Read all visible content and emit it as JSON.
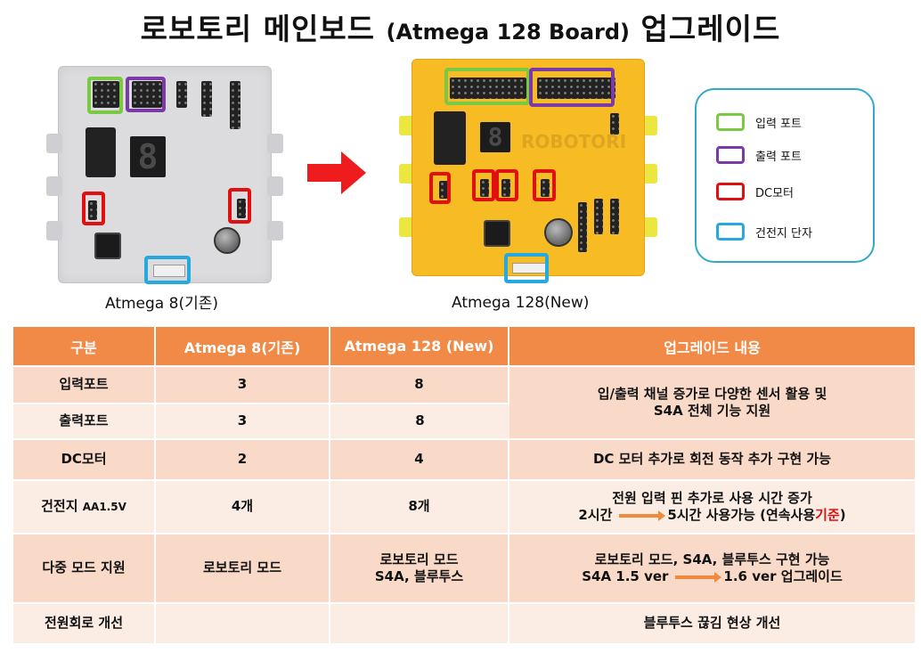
{
  "title": {
    "main": "로보토리 메인보드",
    "paren": "(Atmega 128 Board)",
    "tail": "업그레이드"
  },
  "captions": {
    "old": "Atmega 8(기존)",
    "new": "Atmega 128(New)"
  },
  "seven_segment_digit": "8",
  "board_new_brand": "ROBOTORI",
  "legend": [
    {
      "label": "입력 포트",
      "color": "#7ac943"
    },
    {
      "label": "출력 포트",
      "color": "#7b3aa5"
    },
    {
      "label": "DC모터",
      "color": "#e01010"
    },
    {
      "label": "건전지 단자",
      "color": "#25a9e0"
    }
  ],
  "table": {
    "headers": [
      "구분",
      "Atmega 8(기존)",
      "Atmega 128 (New)",
      "업그레이드 내용"
    ],
    "rows": {
      "input": {
        "label": "입력포트",
        "old": "3",
        "new": "8"
      },
      "output": {
        "label": "출력포트",
        "old": "3",
        "new": "8"
      },
      "io_desc_1": "입/출력 채널 증가로 다양한 센서 활용 및",
      "io_desc_2": "S4A 전체 기능 지원",
      "dc": {
        "label": "DC모터",
        "old": "2",
        "new": "4",
        "desc": "DC 모터 추가로 회전 동작 추가 구현 가능"
      },
      "battery": {
        "label": "건전지",
        "label_small": "AA1.5V",
        "old": "4개",
        "new": "8개",
        "desc_1": "전원 입력 핀 추가로 사용 시간 증가",
        "desc_2a": "2시간",
        "desc_2b": "5시간 사용가능 (연속사용",
        "desc_2c": "기준",
        "desc_2d": ")"
      },
      "mode": {
        "label": "다중 모드 지원",
        "old": "로보토리 모드",
        "new_1": "로보토리 모드",
        "new_2": "S4A, 블루투스",
        "desc_1": "로보토리 모드, S4A, 블루투스 구현 가능",
        "desc_2a": "S4A 1.5 ver",
        "desc_2b": "1.6 ver 업그레이드"
      },
      "power": {
        "label": "전원회로 개선",
        "old": "",
        "new": "",
        "desc": "블루투스 끊김 현상 개선"
      }
    }
  },
  "colors": {
    "header_bg": "#f08a46",
    "row_a": "#f9d9c8",
    "row_b": "#fcede4",
    "arrow_red": "#ee1c1c",
    "legend_border": "#31a9c9"
  }
}
